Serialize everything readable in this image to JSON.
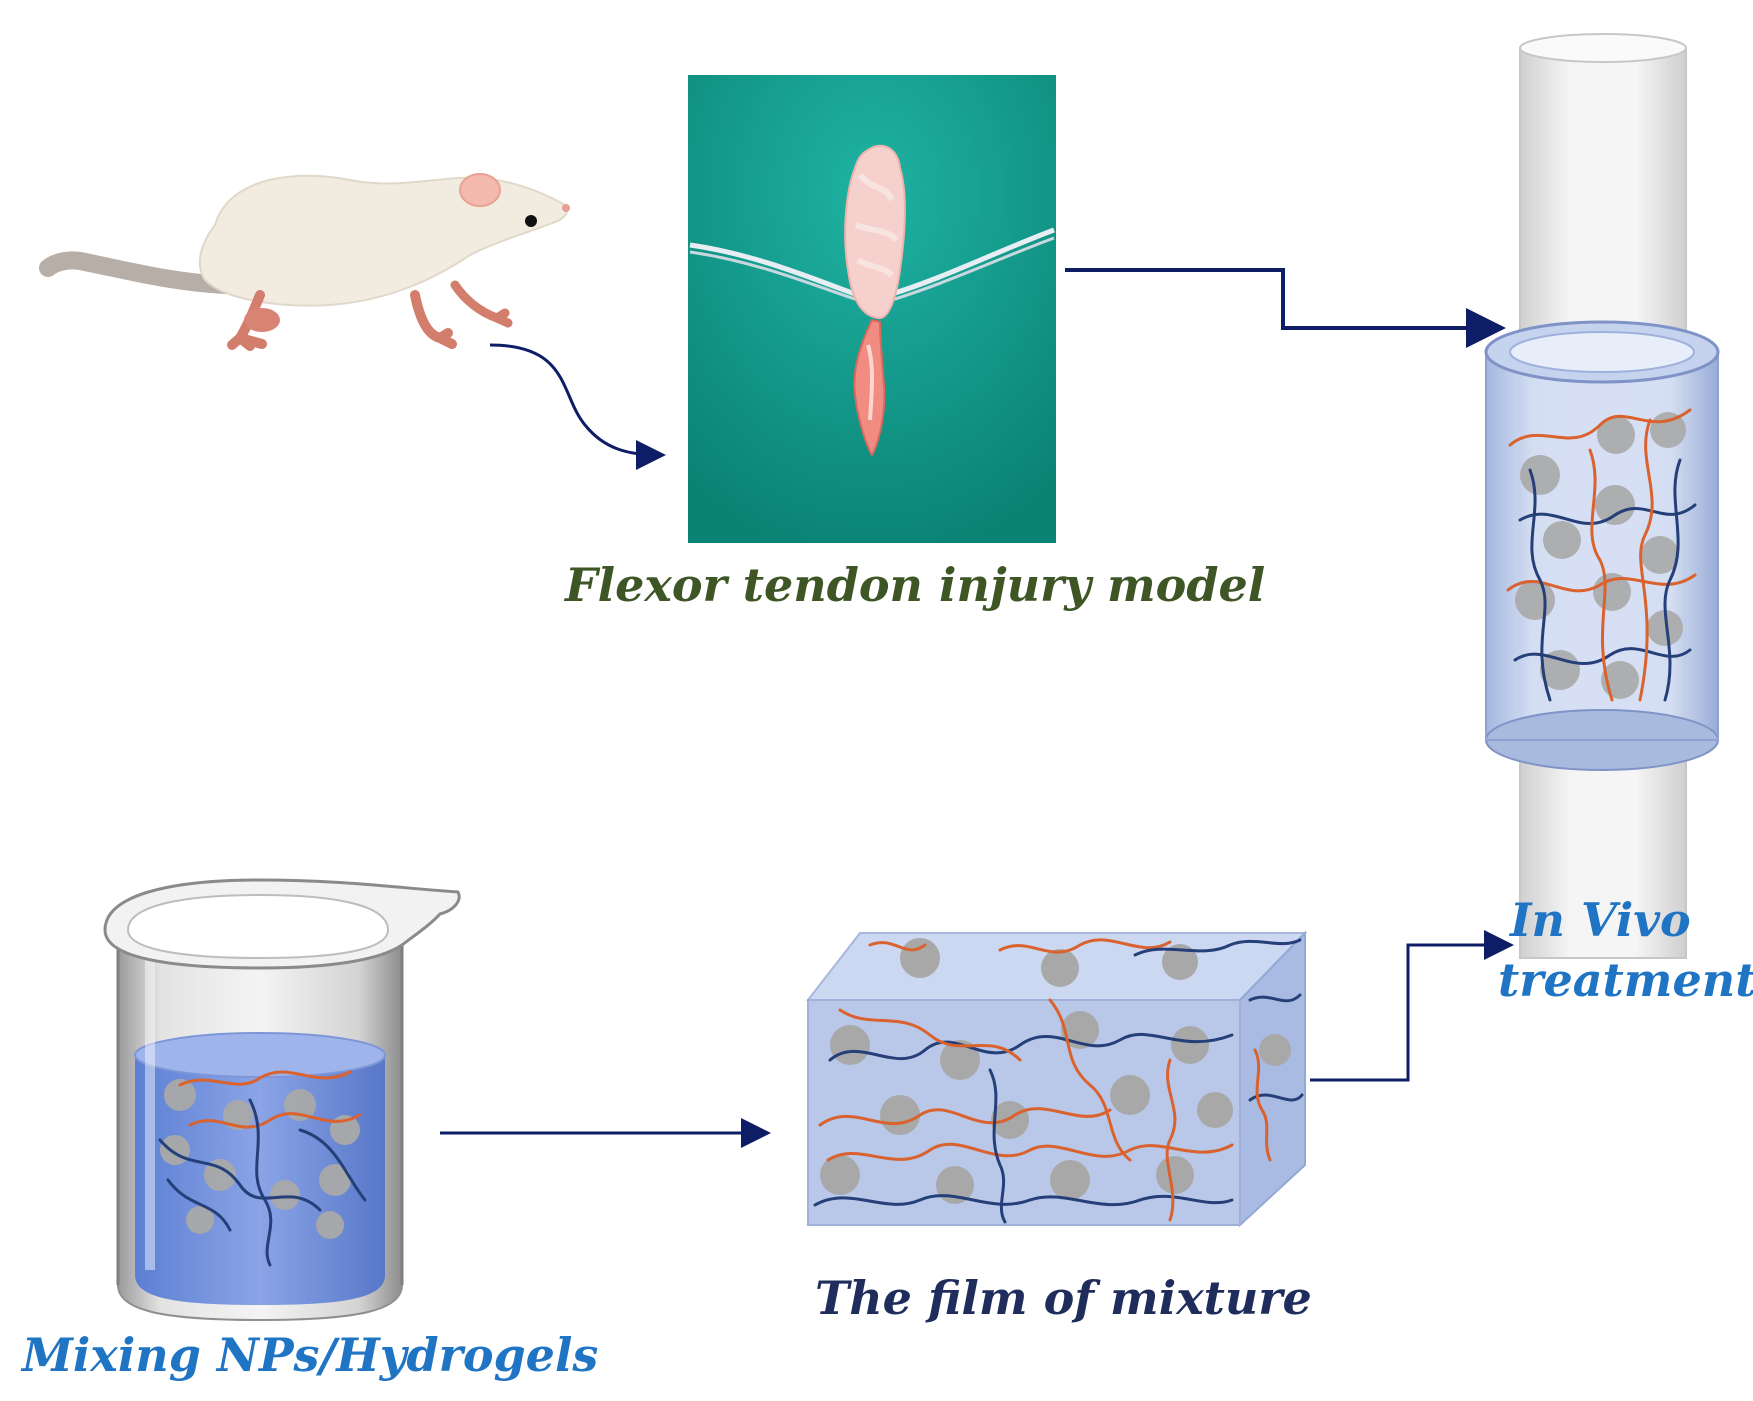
{
  "labels": {
    "flexor_model": "Flexor tendon injury model",
    "mixing": "Mixing NPs/Hydrogels",
    "film": "The film of mixture",
    "in_vivo_line1": "In Vivo",
    "in_vivo_line2": "treatment"
  },
  "colors": {
    "label_green": "#3e5626",
    "label_blue": "#1f74c4",
    "label_navy": "#1f2d5c",
    "arrow": "#0d1d66",
    "fiber_orange": "#d9622e",
    "fiber_navy": "#253f78",
    "particle_gray": "#a8a8a8",
    "photo_green": "#0e9a8a",
    "hydrogel_blue": "#b9c8e8"
  },
  "icons": [
    "rat-illustration",
    "tendon-photo",
    "beaker-icon",
    "hydrogel-film-block",
    "tendon-sheath-cylinder"
  ]
}
